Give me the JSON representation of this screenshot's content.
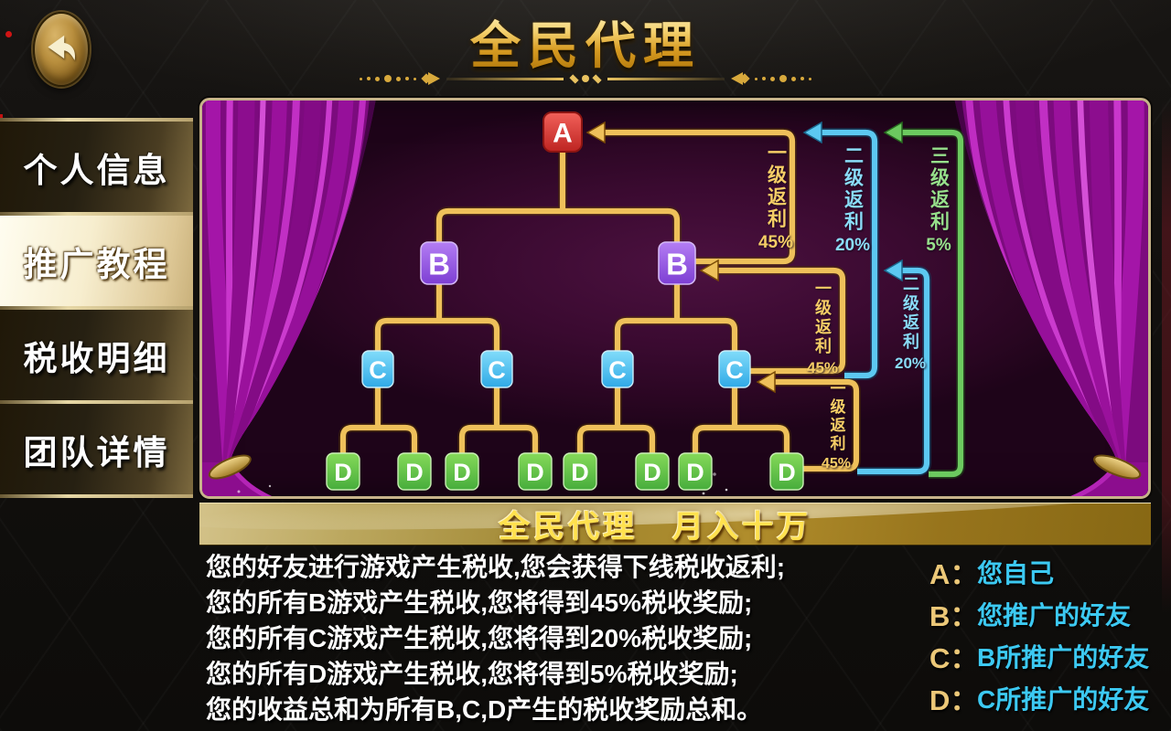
{
  "header": {
    "title": "全民代理"
  },
  "sidebar": {
    "active_index": 1,
    "items": [
      {
        "label": "个人信息"
      },
      {
        "label": "推广教程"
      },
      {
        "label": "税收明细"
      },
      {
        "label": "团队详情"
      }
    ]
  },
  "diagram": {
    "nodes": {
      "a": "A",
      "b": "B",
      "c": "C",
      "d": "D"
    },
    "rebate_labels": [
      {
        "text": "一级返利",
        "percent": "45%",
        "level": 1
      },
      {
        "text": "二级返利",
        "percent": "20%",
        "level": 2
      },
      {
        "text": "三级返利",
        "percent": "5%",
        "level": 3
      },
      {
        "text": "一级返利",
        "percent": "45%",
        "level": 1
      },
      {
        "text": "二级返利",
        "percent": "20%",
        "level": 2
      },
      {
        "text": "一级返利",
        "percent": "45%",
        "level": 1
      }
    ]
  },
  "banner": {
    "text": "全民代理　月入十万"
  },
  "description": {
    "lines": [
      "您的好友进行游戏产生税收,您会获得下线税收返利;",
      "您的所有B游戏产生税收,您将得到45%税收奖励;",
      "您的所有C游戏产生税收,您将得到20%税收奖励;",
      "您的所有D游戏产生税收,您将得到5%税收奖励;",
      "您的收益总和为所有B,C,D产生的税收奖励总和。"
    ]
  },
  "legend": {
    "items": [
      {
        "key": "A：",
        "desc": "您自己"
      },
      {
        "key": "B：",
        "desc": "您推广的好友"
      },
      {
        "key": "C：",
        "desc": "B所推广的好友"
      },
      {
        "key": "D：",
        "desc": "C所推广的好友"
      }
    ]
  },
  "colors": {
    "gold_accent": "#e9be58",
    "level1_yellow": "#f2c55c",
    "level2_cyan": "#6fd2f4",
    "level3_green": "#86d87a",
    "node_a_red": "#d8352f",
    "node_b_purple": "#9257dd",
    "node_c_cyan": "#4fc1ee",
    "node_d_green": "#5fc04b",
    "curtain_magenta": "#a415a8",
    "legend_cyan": "#3cc9f2"
  }
}
